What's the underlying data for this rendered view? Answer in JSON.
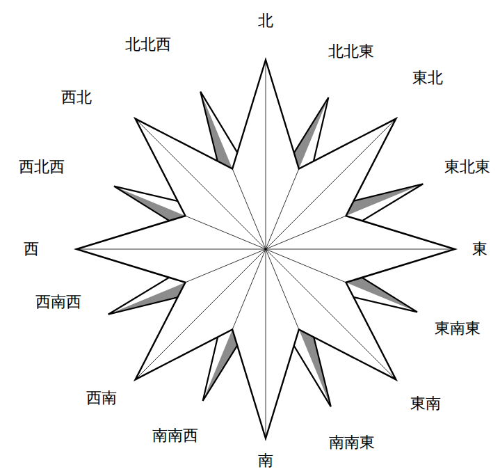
{
  "diagram": {
    "labels": [
      "北",
      "北北西",
      "北北東",
      "西北",
      "東北",
      "西北西",
      "東北東",
      "西",
      "東",
      "西南西",
      "東南東",
      "西南",
      "東南",
      "南南西",
      "南南東",
      "南"
    ]
  }
}
